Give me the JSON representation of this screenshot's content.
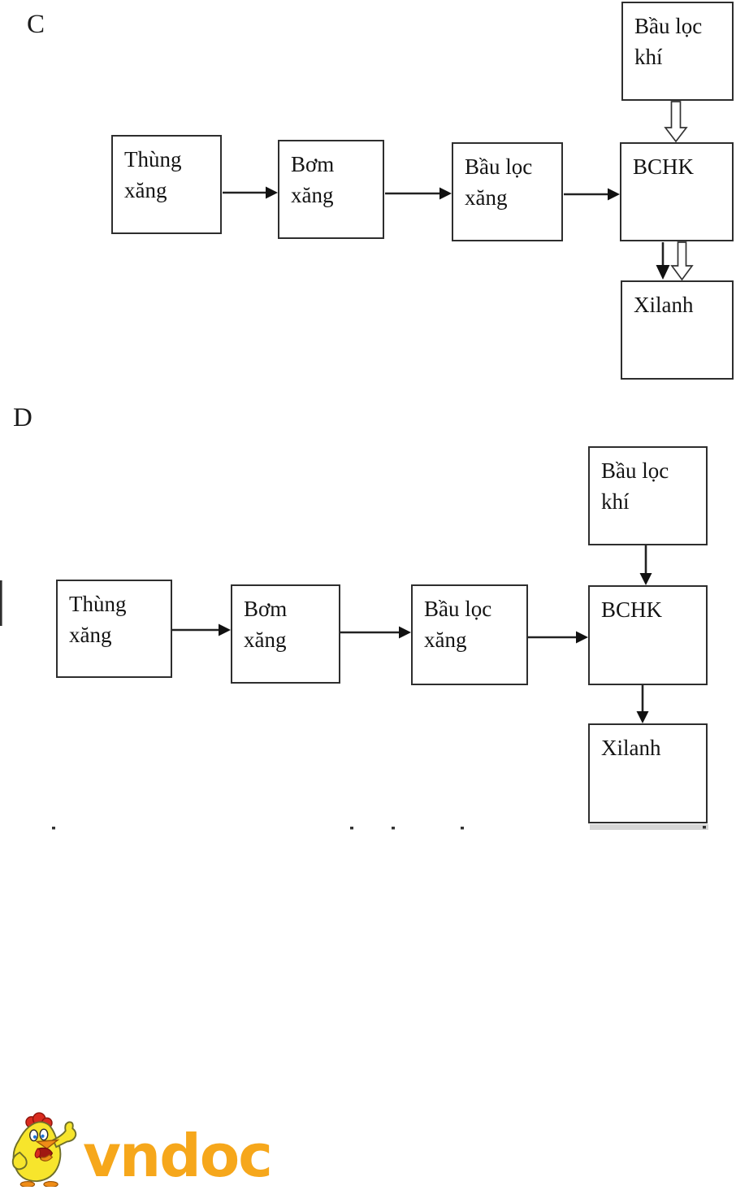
{
  "document": {
    "type": "scanned-flow-diagram-worksheet",
    "background": "#ffffff"
  },
  "diagram_c": {
    "label": "C",
    "nodes": {
      "fuel_tank": "Thùng xăng",
      "fuel_pump": "Bơm xăng",
      "fuel_filter": "Bầu lọc xăng",
      "air_filter": "Bầu lọc khí",
      "carburetor": "BCHK",
      "cylinder": "Xilanh"
    },
    "edges": [
      {
        "from": "Thùng xăng",
        "to": "Bơm xăng",
        "arrow": "solid"
      },
      {
        "from": "Bơm xăng",
        "to": "Bầu lọc xăng",
        "arrow": "solid"
      },
      {
        "from": "Bầu lọc xăng",
        "to": "BCHK",
        "arrow": "solid"
      },
      {
        "from": "Bầu lọc khí",
        "to": "BCHK",
        "arrow": "hollow-outline"
      },
      {
        "from": "BCHK",
        "to": "Xilanh",
        "arrow": "solid"
      },
      {
        "from": "BCHK",
        "to": "Xilanh",
        "arrow": "hollow-outline"
      }
    ]
  },
  "diagram_d": {
    "label": "D",
    "nodes": {
      "fuel_tank": "Thùng xăng",
      "fuel_pump": "Bơm xăng",
      "fuel_filter": "Bầu lọc xăng",
      "air_filter": "Bầu lọc khí",
      "carburetor": "BCHK",
      "cylinder": "Xilanh"
    },
    "edges": [
      {
        "from": "Thùng xăng",
        "to": "Bơm xăng",
        "arrow": "solid"
      },
      {
        "from": "Bơm xăng",
        "to": "Bầu lọc xăng",
        "arrow": "solid"
      },
      {
        "from": "Bầu lọc xăng",
        "to": "BCHK",
        "arrow": "solid"
      },
      {
        "from": "Bầu lọc khí",
        "to": "BCHK",
        "arrow": "solid"
      },
      {
        "from": "BCHK",
        "to": "Xilanh",
        "arrow": "solid"
      }
    ]
  },
  "logo": {
    "text": "vndoc",
    "mascot_icon": "chicken-thumbs-up-icon"
  },
  "colors": {
    "diagram_line": "#2e2e2e",
    "diagram_text": "#141414",
    "logo_orange": "#f6a71b",
    "mascot_yellow": "#f7e52c",
    "mascot_red": "#d92b1f",
    "mascot_beak_orange": "#ef8c17"
  }
}
